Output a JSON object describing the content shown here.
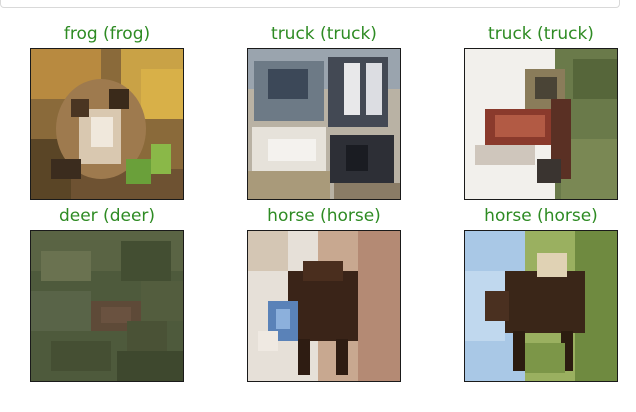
{
  "colors": {
    "label": "#2e8b23",
    "frame": "#1a1a1a"
  },
  "grid": {
    "cells": [
      {
        "label": "frog (frog)"
      },
      {
        "label": "truck (truck)"
      },
      {
        "label": "truck (truck)"
      },
      {
        "label": "deer (deer)"
      },
      {
        "label": "horse (horse)"
      },
      {
        "label": "horse (horse)"
      }
    ]
  }
}
